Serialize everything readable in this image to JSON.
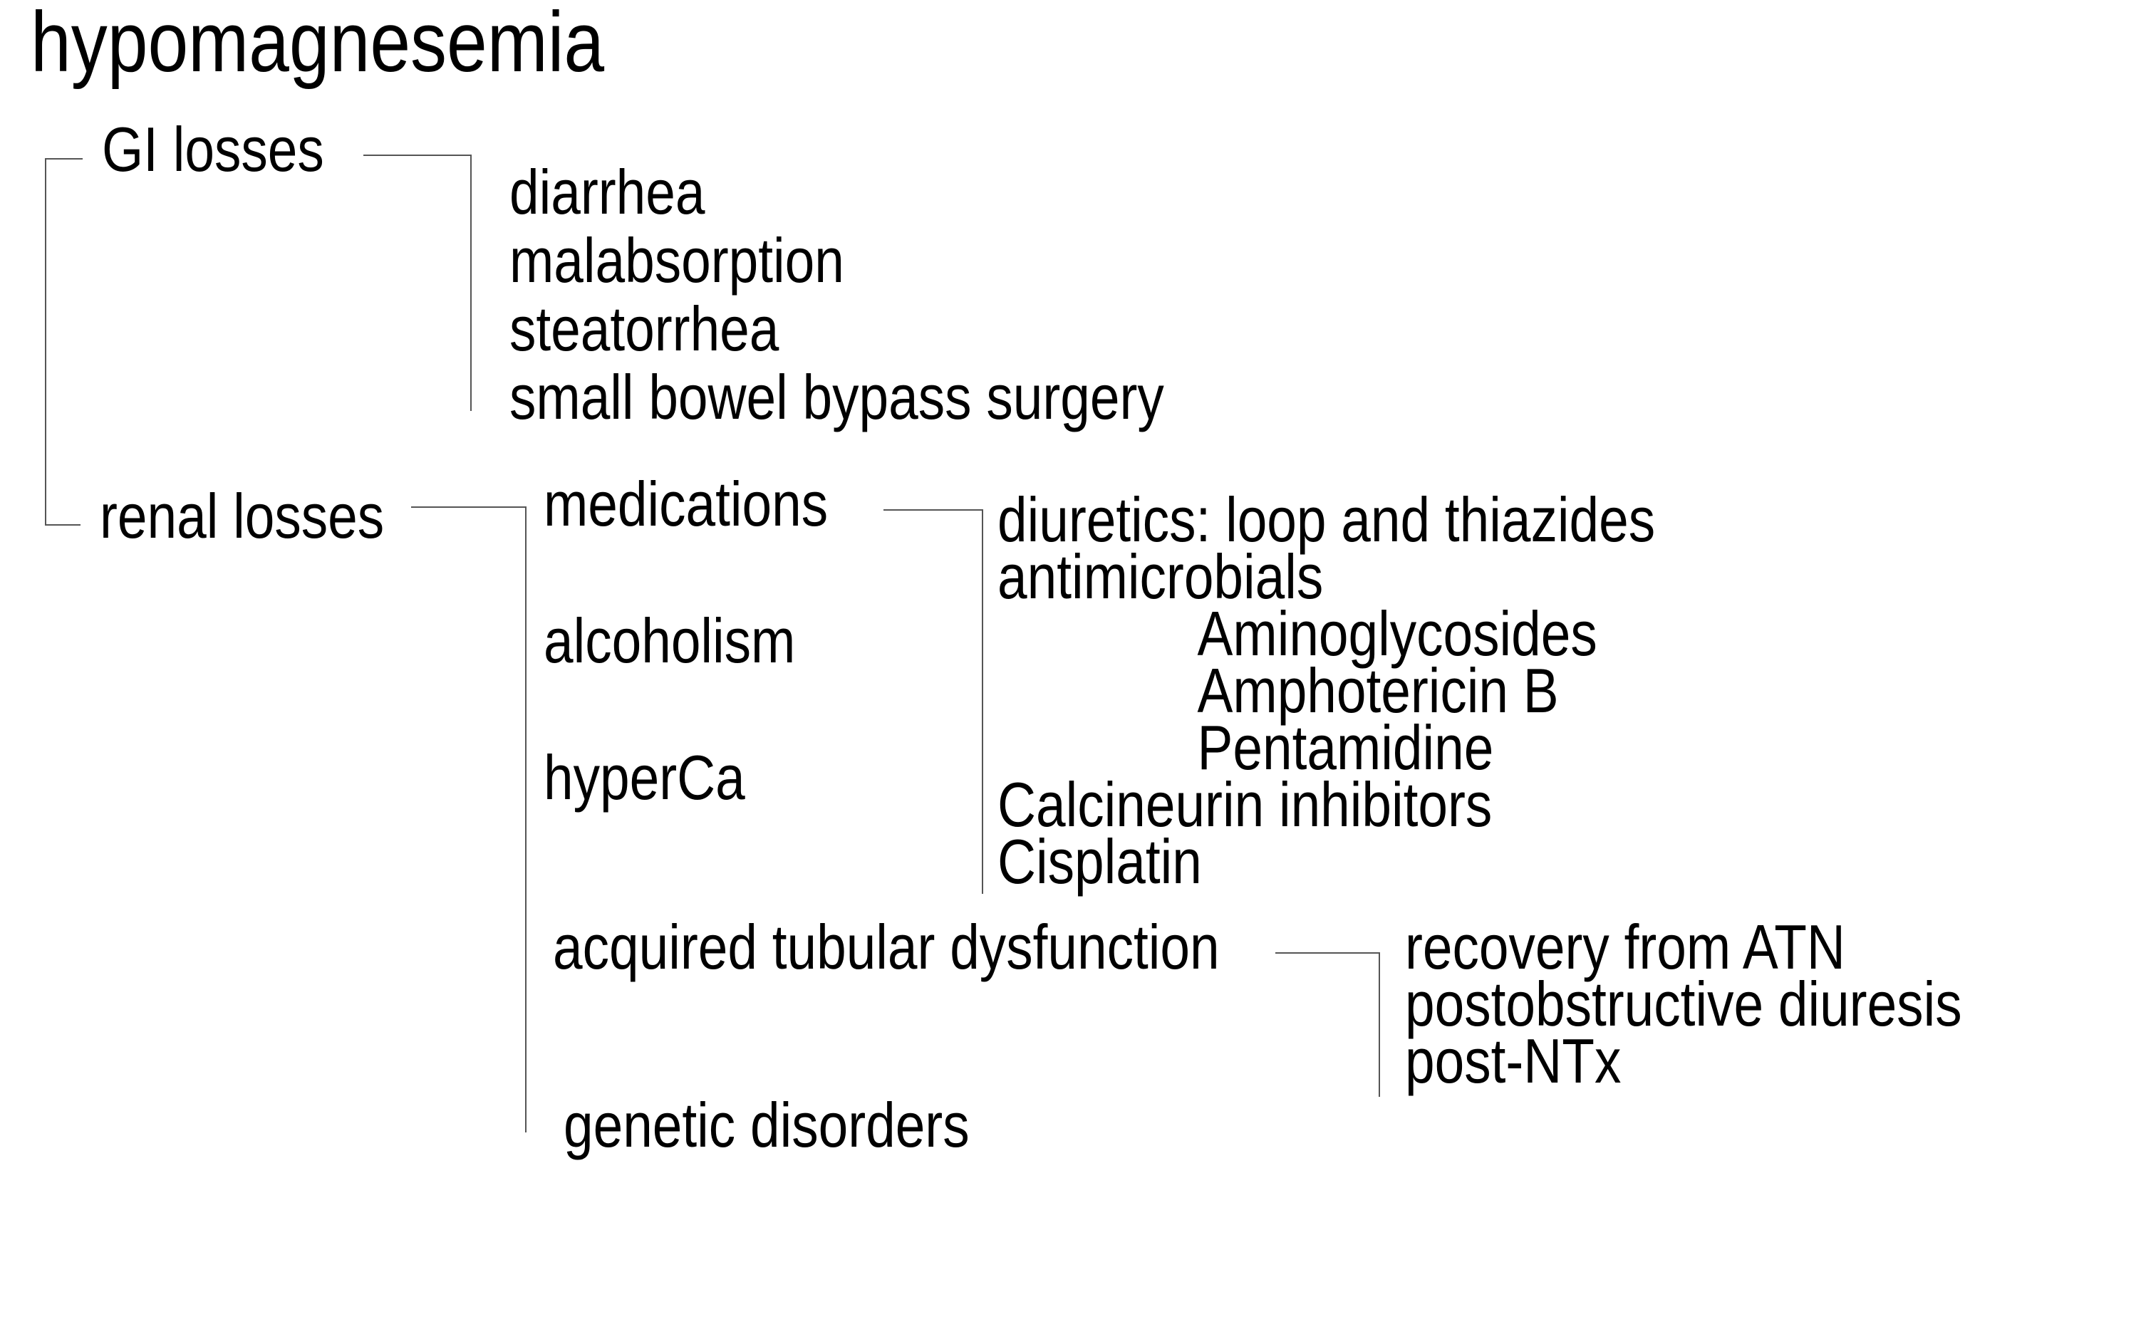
{
  "title": "hypomagnesemia",
  "gi": {
    "label": "GI losses",
    "items": [
      "diarrhea",
      "malabsorption",
      "steatorrhea",
      "small bowel bypass surgery"
    ]
  },
  "renal": {
    "label": "renal losses",
    "medications": {
      "label": "medications",
      "items": [
        {
          "text": "diuretics: loop and thiazides",
          "indent": false
        },
        {
          "text": "antimicrobials",
          "indent": false
        },
        {
          "text": "Aminoglycosides",
          "indent": true
        },
        {
          "text": "Amphotericin B",
          "indent": true
        },
        {
          "text": "Pentamidine",
          "indent": true
        },
        {
          "text": "Calcineurin inhibitors",
          "indent": false
        },
        {
          "text": "Cisplatin",
          "indent": false
        }
      ]
    },
    "alcoholism": {
      "label": "alcoholism"
    },
    "hyperCa": {
      "label": "hyperCa"
    },
    "atd": {
      "label": "acquired tubular dysfunction",
      "items": [
        "recovery from ATN",
        "postobstructive diuresis",
        "post-NTx"
      ]
    },
    "genetic": {
      "label": "genetic disorders"
    }
  },
  "colors": {
    "text": "#000000",
    "line": "#555555",
    "background": "#ffffff"
  }
}
